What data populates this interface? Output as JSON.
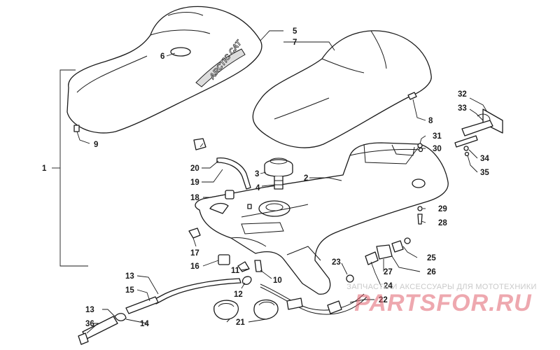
{
  "diagram": {
    "callouts": {
      "c1": "1",
      "c2": "2",
      "c3": "3",
      "c4": "4",
      "c5": "5",
      "c6": "6",
      "c7": "7",
      "c8": "8",
      "c9": "9",
      "c10": "10",
      "c11": "11",
      "c12": "12",
      "c13a": "13",
      "c13b": "13",
      "c14": "14",
      "c15": "15",
      "c16": "16",
      "c17": "17",
      "c18": "18",
      "c19": "19",
      "c20": "20",
      "c21": "21",
      "c22": "22",
      "c23": "23",
      "c24": "24",
      "c25": "25",
      "c26": "26",
      "c27": "27",
      "c28": "28",
      "c29": "29",
      "c30": "30",
      "c31": "31",
      "c32": "32",
      "c33": "33",
      "c34": "34",
      "c35": "35",
      "c36": "36"
    },
    "seat_logo": "ARCTIC CAT"
  },
  "watermark": {
    "subtitle": "ЗАПЧАСТИ И АКСЕССУАРЫ ДЛЯ МОТОТЕХНИКИ",
    "brand": "PARTSFOR.RU"
  }
}
